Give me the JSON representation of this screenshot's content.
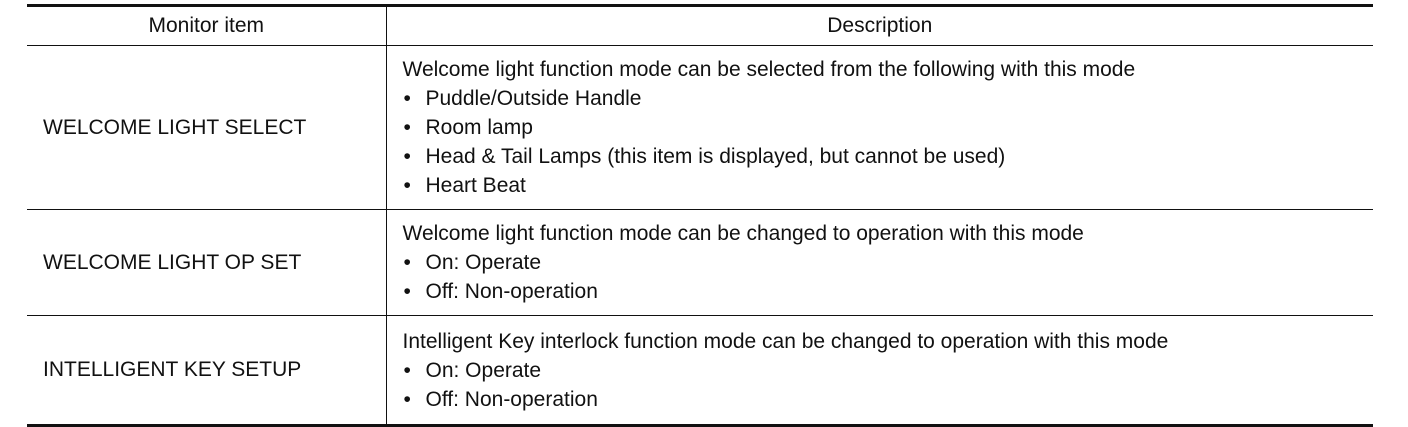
{
  "table": {
    "headers": [
      "Monitor item",
      "Description"
    ],
    "rows": [
      {
        "item": "WELCOME LIGHT SELECT",
        "description": "Welcome light function mode can be selected from the following with this mode",
        "bullets": [
          "Puddle/Outside Handle",
          "Room lamp",
          "Head & Tail Lamps (this item is displayed, but cannot be used)",
          "Heart Beat"
        ]
      },
      {
        "item": "WELCOME LIGHT OP SET",
        "description": "Welcome light function mode can be changed to operation with this mode",
        "bullets": [
          "On: Operate",
          "Off: Non-operation"
        ]
      },
      {
        "item": "INTELLIGENT KEY SETUP",
        "description": "Intelligent Key interlock function mode can be changed to operation with this mode",
        "bullets": [
          "On: Operate",
          "Off: Non-operation"
        ]
      }
    ]
  }
}
